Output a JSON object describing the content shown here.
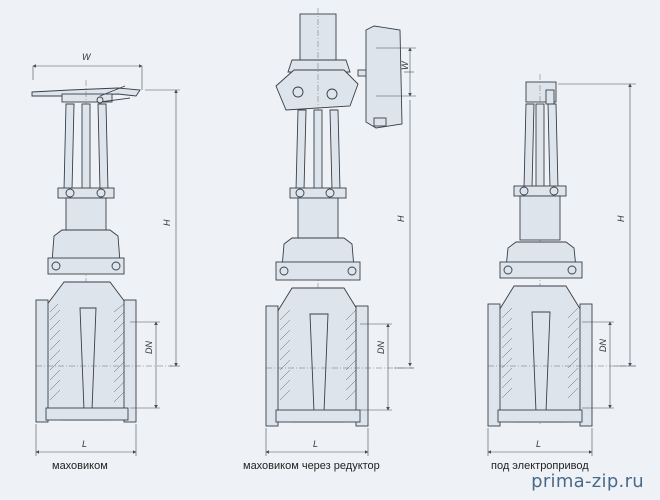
{
  "dimensions": {
    "width": "W",
    "height": "H",
    "bore": "DN",
    "length": "L"
  },
  "variants": [
    {
      "caption": "маховиком"
    },
    {
      "caption": "маховиком через редуктор"
    },
    {
      "caption": "под электропривод"
    }
  ],
  "watermark": "prima-zip.ru"
}
